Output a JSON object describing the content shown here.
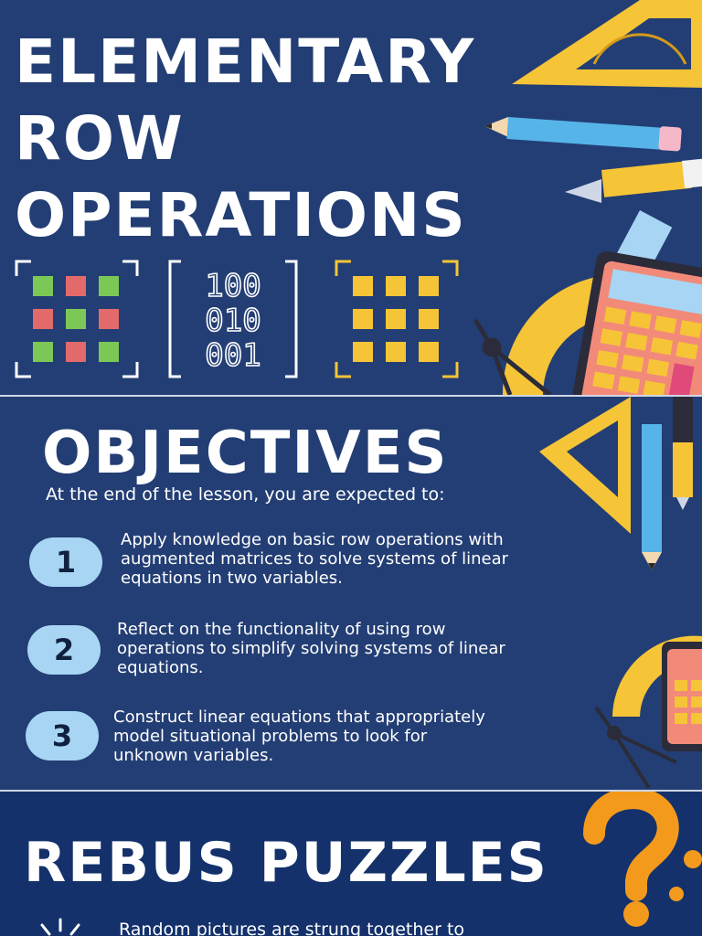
{
  "header": {
    "title_lines": [
      "ELEMENTARY",
      "ROW",
      "OPERATIONS"
    ],
    "identity_matrix_rows": [
      "100",
      "010",
      "001"
    ]
  },
  "objectives": {
    "title": "OBJECTIVES",
    "intro": "At the end of the lesson, you are expected to:",
    "items": [
      {
        "number": "1",
        "lines": [
          "Apply knowledge on basic row operations with",
          "augmented matrices to solve systems of linear",
          "equations in two variables."
        ]
      },
      {
        "number": "2",
        "lines": [
          "Reflect on the functionality of using row",
          "operations to simplify solving systems of linear",
          "equations."
        ]
      },
      {
        "number": "3",
        "lines": [
          "Construct linear equations that appropriately",
          "model situational problems to look for",
          "unknown variables."
        ]
      }
    ]
  },
  "rebus": {
    "title": "REBUS PUZZLES",
    "description": "Random pictures are strung together to"
  },
  "colors": {
    "background": "#233e74",
    "rebus_background": "#14316b",
    "number_badge": "#a7d5f3",
    "accent_yellow": "#f6c437",
    "accent_orange": "#f39a1d",
    "green": "#7cc856",
    "red": "#e36a6a"
  }
}
